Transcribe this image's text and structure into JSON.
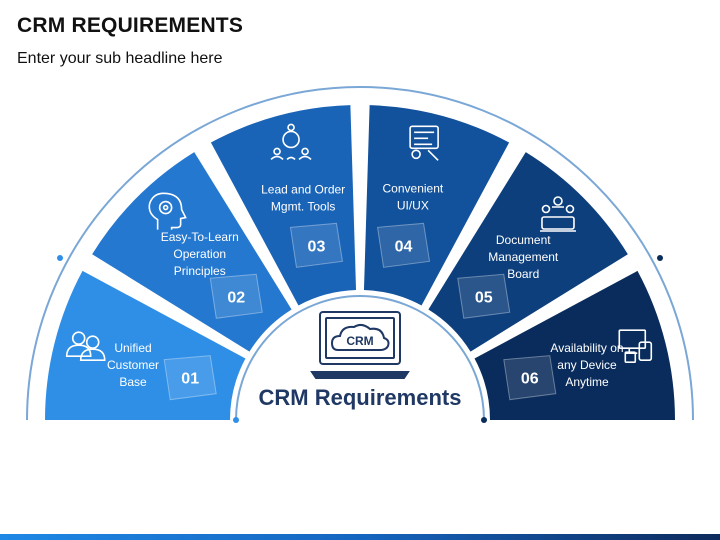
{
  "header": {
    "title": "CRM REQUIREMENTS",
    "subtitle": "Enter your sub headline here"
  },
  "center": {
    "title": "CRM Requirements",
    "icon": "crm-laptop-icon",
    "icon_text": "CRM"
  },
  "segments": [
    {
      "number": "01",
      "lines": [
        "Unified",
        "Customer",
        "Base"
      ],
      "icon": "users-icon",
      "color": "#2f8fe6"
    },
    {
      "number": "02",
      "lines": [
        "Easy-To-Learn",
        "Operation",
        "Principles"
      ],
      "icon": "head-gear-icon",
      "color": "#2578cf"
    },
    {
      "number": "03",
      "lines": [
        "Lead and Order",
        "Mgmt. Tools"
      ],
      "icon": "team-network-icon",
      "color": "#1a64b8"
    },
    {
      "number": "04",
      "lines": [
        "Convenient",
        "UI/UX"
      ],
      "icon": "interface-icon",
      "color": "#12519b"
    },
    {
      "number": "05",
      "lines": [
        "Document",
        "Management",
        "Board"
      ],
      "icon": "meeting-icon",
      "color": "#0e3f7d"
    },
    {
      "number": "06",
      "lines": [
        "Availability on",
        "any Device",
        "Anytime"
      ],
      "icon": "devices-icon",
      "color": "#0a2c5c"
    }
  ]
}
